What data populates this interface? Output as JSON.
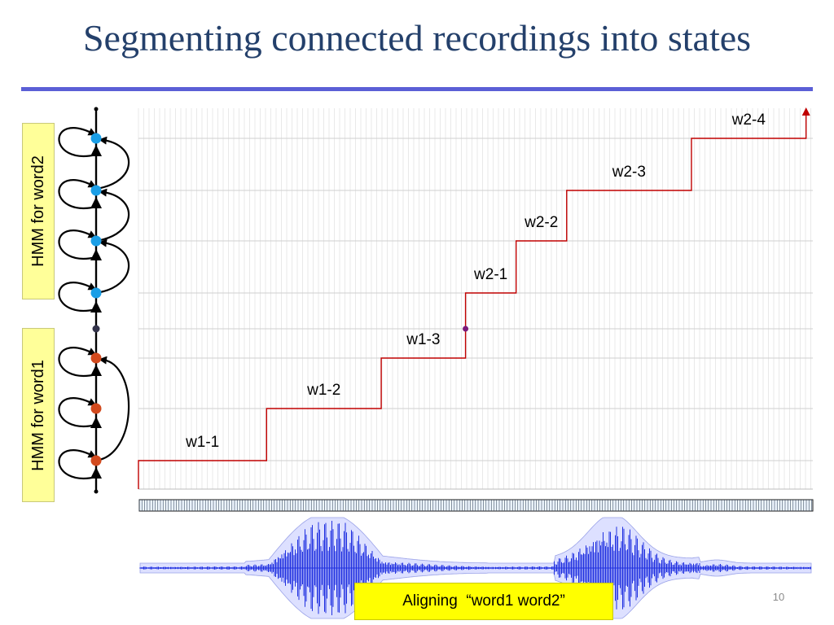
{
  "slide": {
    "title": "Segmenting connected recordings into states",
    "hmm_word2_label": "HMM for word2",
    "hmm_word1_label": "HMM for word1",
    "caption": "Aligning  “word1 word2”",
    "slide_number": "10"
  },
  "segments": [
    {
      "label": "w1-1",
      "state_index": 0,
      "start": 0,
      "end": 0.19
    },
    {
      "label": "w1-2",
      "state_index": 1,
      "start": 0.19,
      "end": 0.36
    },
    {
      "label": "w1-3",
      "state_index": 2,
      "start": 0.36,
      "end": 0.485
    },
    {
      "label": "w2-1",
      "state_index": 3,
      "start": 0.485,
      "end": 0.56
    },
    {
      "label": "w2-2",
      "state_index": 4,
      "start": 0.56,
      "end": 0.635
    },
    {
      "label": "w2-3",
      "state_index": 5,
      "start": 0.635,
      "end": 0.82
    },
    {
      "label": "w2-4",
      "state_index": 6,
      "start": 0.82,
      "end": 0.99
    }
  ],
  "colors": {
    "title": "#24406b",
    "rule": "#5b5fd6",
    "path": "#c00000",
    "word1_state": "#d24a1e",
    "word2_state": "#1a9ee6",
    "junction": "#7a1a7a",
    "waveform": "#2030e0",
    "label_bg": "#ffff99",
    "caption_bg": "#ffff00"
  },
  "icons": {
    "state_dot": "filled-circle",
    "self_loop": "curved-arrow",
    "path_end": "arrow-up"
  }
}
